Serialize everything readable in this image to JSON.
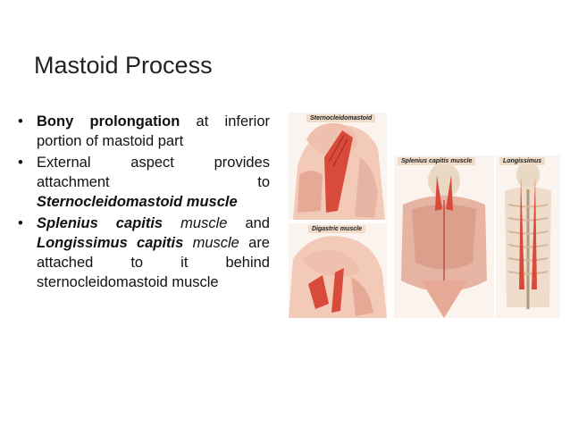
{
  "slide": {
    "title": "Mastoid Process",
    "bullets": {
      "b1": {
        "bold": "Bony prolongation",
        "rest": " at inferior portion of mastoid part"
      },
      "b2": {
        "w1": "External",
        "w2": "aspect",
        "w3": "provides",
        "w4": "attachment",
        "w5": "to",
        "emph": "Sternocleidomastoid muscle"
      },
      "b3": {
        "s1": "Splenius capitis",
        "s2": " muscle",
        "s3": " and ",
        "s4": "Longissimus capitis",
        "s5": " muscle",
        "s6": " are attached to it behind sternocleidomastoid muscle"
      }
    }
  },
  "figures": {
    "scm_label": "Sternocleidomastoid",
    "digastric_label": "Digastric muscle",
    "splenius_label": "Splenius capitis muscle",
    "longissimus_label": "Longissimus"
  },
  "colors": {
    "muscle_red": "#d84a3a",
    "skin": "#f3c9b8",
    "bone": "#e9d8c2"
  }
}
